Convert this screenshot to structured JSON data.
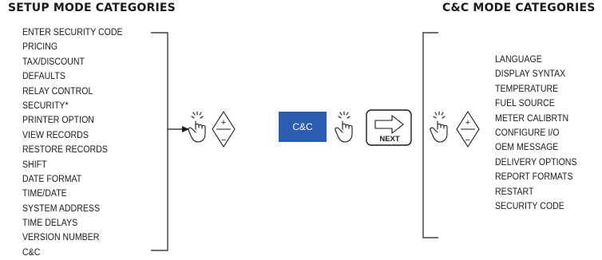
{
  "headings": {
    "setup": "SETUP MODE CATEGORIES",
    "cc": "C&C MODE CATEGORIES"
  },
  "setup_items": [
    "ENTER SECURITY CODE",
    "PRICING",
    "TAX/DISCOUNT",
    "DEFAULTS",
    "RELAY CONTROL",
    "SECURITY*",
    "PRINTER OPTION",
    "VIEW RECORDS",
    "RESTORE RECORDS",
    "SHIFT",
    "DATE FORMAT",
    "TIME/DATE",
    "SYSTEM ADDRESS",
    "TIME DELAYS",
    "VERSION NUMBER",
    "C&C"
  ],
  "cc_items": [
    "LANGUAGE",
    "DISPLAY SYNTAX",
    "TEMPERATURE",
    "FUEL SOURCE",
    "METER CALIBRTN",
    "CONFIGURE I/O",
    "OEM MESSAGE",
    "DELIVERY OPTIONS",
    "REPORT FORMATS",
    "RESTART",
    "SECURITY CODE"
  ],
  "controls": {
    "cc_button": "C&C",
    "next_button": "NEXT",
    "plus": "+",
    "minus": "−"
  },
  "colors": {
    "button_blue": "#2a5db0",
    "ink": "#1a1a1a"
  },
  "icons": [
    "hand-press-icon",
    "plus-minus-key-icon",
    "next-key-icon"
  ]
}
